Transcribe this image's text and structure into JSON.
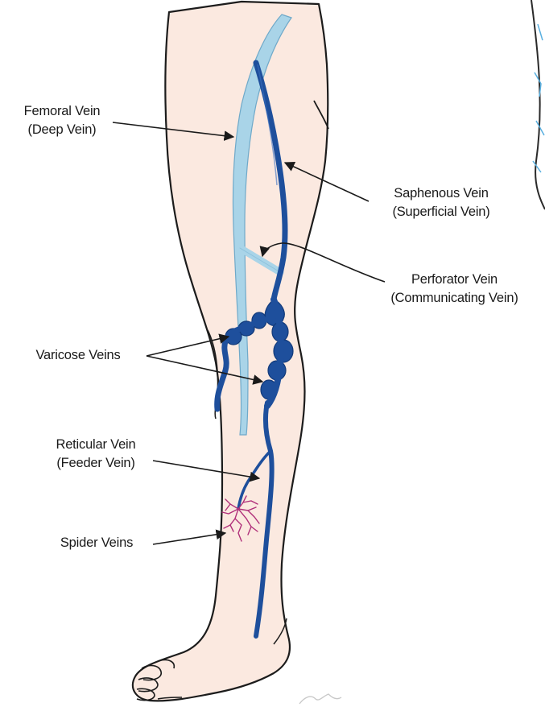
{
  "labels": {
    "femoral": {
      "line1": "Femoral Vein",
      "line2": "(Deep Vein)"
    },
    "saphenous": {
      "line1": "Saphenous Vein",
      "line2": "(Superficial Vein)"
    },
    "perforator": {
      "line1": "Perforator Vein",
      "line2": "(Communicating Vein)"
    },
    "varicose": {
      "line1": "Varicose Veins"
    },
    "reticular": {
      "line1": "Reticular Vein",
      "line2": "(Feeder Vein)"
    },
    "spider": {
      "line1": "Spider Veins"
    }
  },
  "colors": {
    "skin": "#fbe9e0",
    "outline": "#1c1c1c",
    "deep_vein": "#a9d4e8",
    "superficial_vein": "#1e4f9c",
    "spider_vein": "#b0307a",
    "leader": "#1a1a1a"
  }
}
